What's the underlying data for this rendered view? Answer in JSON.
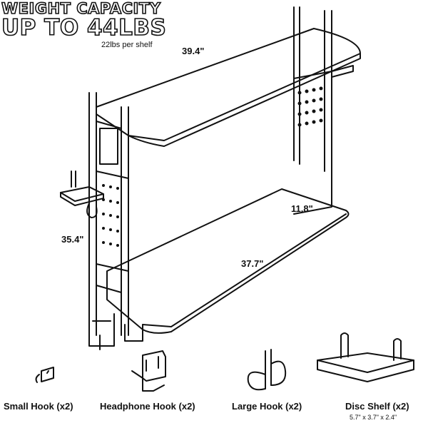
{
  "headline": {
    "line1": "WEIGHT CAPACITY",
    "line2": "UP TO 44LBS",
    "sub": "22lbs per shelf"
  },
  "dimensions": {
    "top_width": "39.4\"",
    "depth": "11.8\"",
    "height": "35.4\"",
    "bottom_width": "37.7\""
  },
  "accessories": [
    {
      "label": "Small Hook (x2)",
      "icon": "small-hook-icon"
    },
    {
      "label": "Headphone Hook (x2)",
      "icon": "headphone-hook-icon"
    },
    {
      "label": "Large Hook (x2)",
      "icon": "large-hook-icon"
    },
    {
      "label": "Disc Shelf (x2)",
      "icon": "disc-shelf-icon",
      "size": "5.7\" x 3.7\" x 2.4\""
    }
  ],
  "colors": {
    "ink": "#111111",
    "background": "#ffffff"
  }
}
